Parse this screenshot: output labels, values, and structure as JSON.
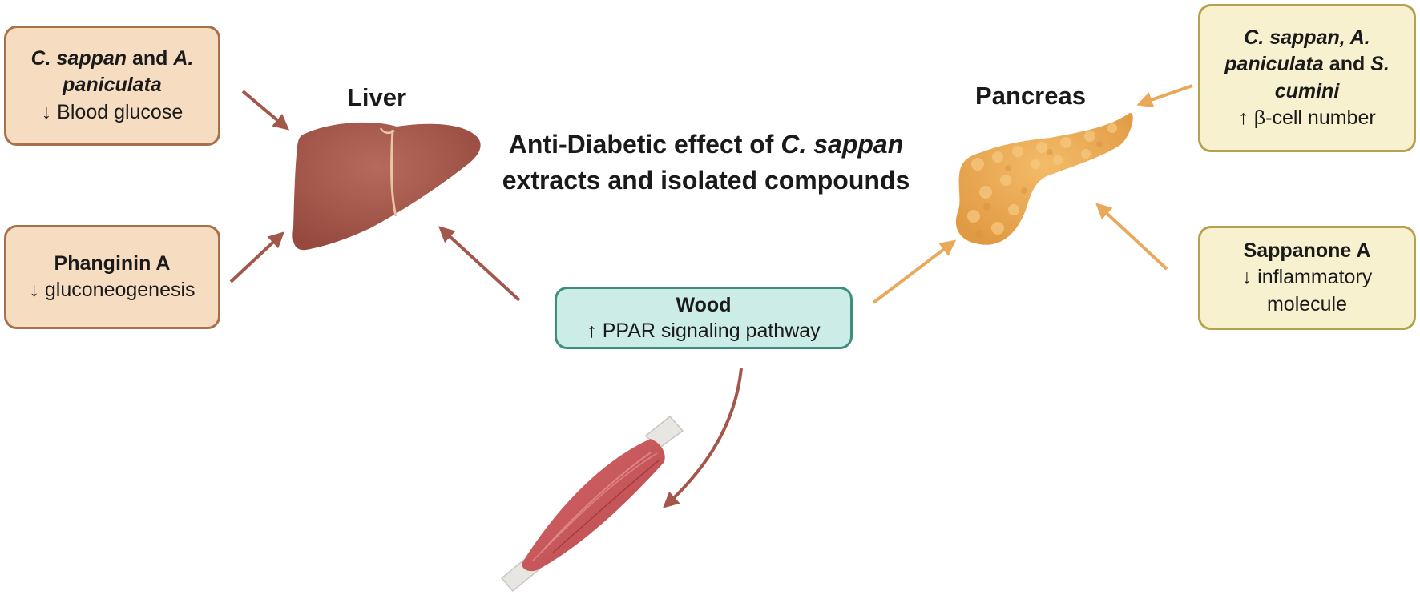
{
  "title": {
    "prefix": "Anti-Diabetic effect of ",
    "italic": "C. sappan",
    "suffix": "extracts and isolated compounds"
  },
  "organs": {
    "liver": "Liver",
    "pancreas": "Pancreas"
  },
  "liver_boxes": [
    {
      "segments": [
        {
          "text": "C. sappan",
          "style": "italic-bold"
        },
        {
          "text": " and ",
          "style": "bold"
        },
        {
          "text": "A. paniculata",
          "style": "italic-bold"
        }
      ],
      "effect": "↓ Blood glucose"
    },
    {
      "segments": [
        {
          "text": "Phanginin A",
          "style": "bold"
        }
      ],
      "effect": "↓ gluconeogenesis"
    }
  ],
  "pancreas_boxes": [
    {
      "segments": [
        {
          "text": "C. sappan, A. paniculata",
          "style": "italic-bold"
        },
        {
          "text": " and ",
          "style": "bold"
        },
        {
          "text": "S. cumini",
          "style": "italic-bold"
        }
      ],
      "effect": "↑ β-cell number"
    },
    {
      "segments": [
        {
          "text": "Sappanone A",
          "style": "bold"
        }
      ],
      "effect": "↓ inflammatory molecule"
    }
  ],
  "wood_box": {
    "heading": "Wood",
    "effect": "↑ PPAR signaling pathway"
  },
  "colors": {
    "liver_arrow": "#a3564a",
    "pancreas_arrow": "#eaa95a",
    "liver": "#a8594c",
    "pancreas": "#eaa851",
    "muscle": "#c9585a",
    "tendon": "#e8e6e2"
  },
  "icons": [
    "liver-illustration",
    "pancreas-illustration",
    "muscle-illustration"
  ]
}
